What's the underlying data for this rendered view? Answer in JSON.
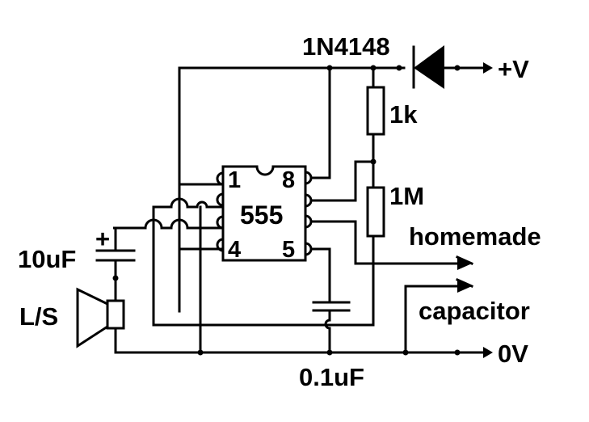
{
  "labels": {
    "diode": "1N4148",
    "supply": "+V",
    "r1": "1k",
    "r2": "1M",
    "ic": "555",
    "pin1": "1",
    "pin8": "8",
    "pin4": "4",
    "pin5": "5",
    "cap_output": "10uF",
    "cap_plus": "+",
    "speaker": "L/S",
    "cap_control": "0.1uF",
    "ground": "0V",
    "plate1": "homemade",
    "plate2": "capacitor"
  },
  "colors": {
    "ink": "#000000",
    "background": "#ffffff"
  }
}
